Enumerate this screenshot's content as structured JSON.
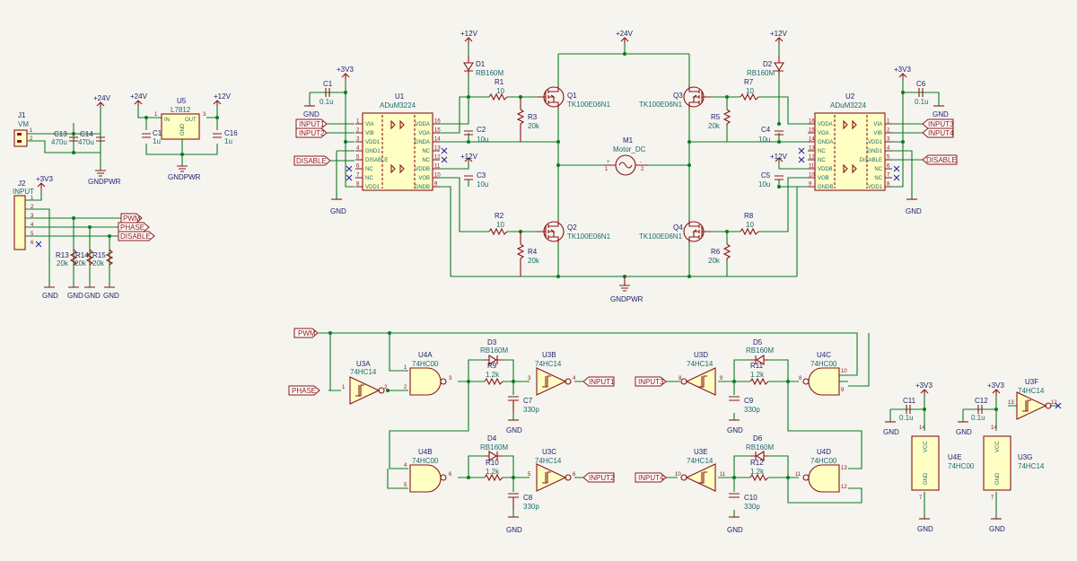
{
  "power": {
    "v24": "+24V",
    "v12": "+12V",
    "v33": "+3V3",
    "gnd": "GND",
    "gndpwr": "GNDPWR"
  },
  "connectors": {
    "j1": {
      "ref": "J1",
      "value": "VM",
      "pins": [
        "1",
        "2"
      ]
    },
    "j2": {
      "ref": "J2",
      "value": "INPUT",
      "pins": [
        "1",
        "2",
        "3",
        "4",
        "5",
        "6"
      ]
    }
  },
  "regulator": {
    "ref": "U5",
    "value": "L7812",
    "in": "IN",
    "out": "OUT",
    "gnd": "GND",
    "pins": [
      "1",
      "2",
      "3"
    ]
  },
  "drivers": {
    "u1": {
      "ref": "U1",
      "value": "ADuM3224",
      "left_pins": [
        [
          "1",
          "VIA"
        ],
        [
          "2",
          "VIB"
        ],
        [
          "3",
          "VDD1"
        ],
        [
          "4",
          "GND1"
        ],
        [
          "5",
          "DISABLE"
        ],
        [
          "6",
          "NC"
        ],
        [
          "7",
          "NC"
        ],
        [
          "8",
          "VDD1"
        ]
      ],
      "right_pins": [
        [
          "16",
          "VDDA"
        ],
        [
          "15",
          "VOA"
        ],
        [
          "14",
          "GNDA"
        ],
        [
          "13",
          "NC"
        ],
        [
          "12",
          "NC"
        ],
        [
          "11",
          "VDDB"
        ],
        [
          "10",
          "VOB"
        ],
        [
          "9",
          "GNDB"
        ]
      ]
    },
    "u2": {
      "ref": "U2",
      "value": "ADuM3224",
      "left_pins": [
        [
          "16",
          "VDDA"
        ],
        [
          "15",
          "VOA"
        ],
        [
          "14",
          "GNDA"
        ],
        [
          "13",
          "NC"
        ],
        [
          "12",
          "NC"
        ],
        [
          "11",
          "VDDB"
        ],
        [
          "10",
          "VOB"
        ],
        [
          "9",
          "GNDB"
        ]
      ],
      "right_pins": [
        [
          "1",
          "VIA"
        ],
        [
          "2",
          "VIB"
        ],
        [
          "3",
          "VDD1"
        ],
        [
          "4",
          "GND1"
        ],
        [
          "5",
          "DISABLE"
        ],
        [
          "6",
          "NC"
        ],
        [
          "7",
          "NC"
        ],
        [
          "8",
          "VDD1"
        ]
      ]
    }
  },
  "mosfets": {
    "q1": {
      "ref": "Q1",
      "value": "TK100E06N1"
    },
    "q2": {
      "ref": "Q2",
      "value": "TK100E06N1"
    },
    "q3": {
      "ref": "Q3",
      "value": "TK100E06N1"
    },
    "q4": {
      "ref": "Q4",
      "value": "TK100E06N1"
    }
  },
  "motor": {
    "ref": "M1",
    "value": "Motor_DC",
    "plus": "+",
    "minus": "-",
    "pin1": "1",
    "pin2": "2"
  },
  "resistors": {
    "r1": {
      "ref": "R1",
      "value": "10"
    },
    "r2": {
      "ref": "R2",
      "value": "10"
    },
    "r3": {
      "ref": "R3",
      "value": "20k"
    },
    "r4": {
      "ref": "R4",
      "value": "20k"
    },
    "r5": {
      "ref": "R5",
      "value": "20k"
    },
    "r6": {
      "ref": "R6",
      "value": "20k"
    },
    "r7": {
      "ref": "R7",
      "value": "10"
    },
    "r8": {
      "ref": "R8",
      "value": "10"
    },
    "r9": {
      "ref": "R9",
      "value": "1.2k"
    },
    "r10": {
      "ref": "R10",
      "value": "1.2k"
    },
    "r11": {
      "ref": "R11",
      "value": "1.2k"
    },
    "r12": {
      "ref": "R12",
      "value": "1.2k"
    },
    "r13": {
      "ref": "R13",
      "value": "20k"
    },
    "r14": {
      "ref": "R14",
      "value": "20k"
    },
    "r15": {
      "ref": "R15",
      "value": "20k"
    }
  },
  "capacitors": {
    "c1": {
      "ref": "C1",
      "value": "0.1u"
    },
    "c2": {
      "ref": "C2",
      "value": "10u"
    },
    "c3": {
      "ref": "C3",
      "value": "10u"
    },
    "c4": {
      "ref": "C4",
      "value": "10u"
    },
    "c5": {
      "ref": "C5",
      "value": "10u"
    },
    "c6": {
      "ref": "C6",
      "value": "0.1u"
    },
    "c7": {
      "ref": "C7",
      "value": "330p"
    },
    "c8": {
      "ref": "C8",
      "value": "330p"
    },
    "c9": {
      "ref": "C9",
      "value": "330p"
    },
    "c10": {
      "ref": "C10",
      "value": "330p"
    },
    "c11": {
      "ref": "C11",
      "value": "0.1u"
    },
    "c12": {
      "ref": "C12",
      "value": "0.1u"
    },
    "c13": {
      "ref": "C13",
      "value": "470u"
    },
    "c14": {
      "ref": "C14",
      "value": "470u"
    },
    "c15": {
      "ref": "C1",
      "value": "1u"
    },
    "c16": {
      "ref": "C16",
      "value": "1u"
    }
  },
  "diodes": {
    "d1": {
      "ref": "D1",
      "value": "RB160M"
    },
    "d2": {
      "ref": "D2",
      "value": "RB160M"
    },
    "d3": {
      "ref": "D3",
      "value": "RB160M"
    },
    "d4": {
      "ref": "D4",
      "value": "RB160M"
    },
    "d5": {
      "ref": "D5",
      "value": "RB160M"
    },
    "d6": {
      "ref": "D6",
      "value": "RB160M"
    }
  },
  "logic": {
    "u3a": {
      "ref": "U3A",
      "value": "74HC14",
      "pin_in": "1",
      "pin_out": "2"
    },
    "u3b": {
      "ref": "U3B",
      "value": "74HC14",
      "pin_in": "3",
      "pin_out": "4"
    },
    "u3c": {
      "ref": "U3C",
      "value": "74HC14",
      "pin_in": "5",
      "pin_out": "6"
    },
    "u3d": {
      "ref": "U3D",
      "value": "74HC14",
      "pin_in": "9",
      "pin_out": "8"
    },
    "u3e": {
      "ref": "U3E",
      "value": "74HC14",
      "pin_in": "11",
      "pin_out": "10"
    },
    "u3f": {
      "ref": "U3F",
      "value": "74HC14",
      "pin_in": "13",
      "pin_out": "12"
    },
    "u3g": {
      "ref": "U3G",
      "value": "74HC14",
      "vcc": "VCC",
      "gnd": "GND",
      "pin_vcc": "14",
      "pin_gnd": "7"
    },
    "u4a": {
      "ref": "U4A",
      "value": "74HC00",
      "pin_a": "1",
      "pin_b": "2",
      "pin_y": "3"
    },
    "u4b": {
      "ref": "U4B",
      "value": "74HC00",
      "pin_a": "4",
      "pin_b": "5",
      "pin_y": "6"
    },
    "u4c": {
      "ref": "U4C",
      "value": "74HC00",
      "pin_a": "10",
      "pin_b": "9",
      "pin_y": "8"
    },
    "u4d": {
      "ref": "U4D",
      "value": "74HC00",
      "pin_a": "13",
      "pin_b": "12",
      "pin_y": "11"
    },
    "u4e": {
      "ref": "U4E",
      "value": "74HC00",
      "vcc": "VCC",
      "gnd": "GND",
      "pin_vcc": "14",
      "pin_gnd": "7"
    }
  },
  "net_labels": {
    "pwm": "PWM",
    "phase": "PHASE",
    "disable": "DISABLE",
    "input1": "INPUT1",
    "input2": "INPUT2",
    "input3": "INPUT3",
    "input4": "INPUT4"
  },
  "colors": {
    "wire": "#0a7d20",
    "part": "#8a1414",
    "body_fill": "#ffffc4",
    "background": "#f5f4ef"
  }
}
